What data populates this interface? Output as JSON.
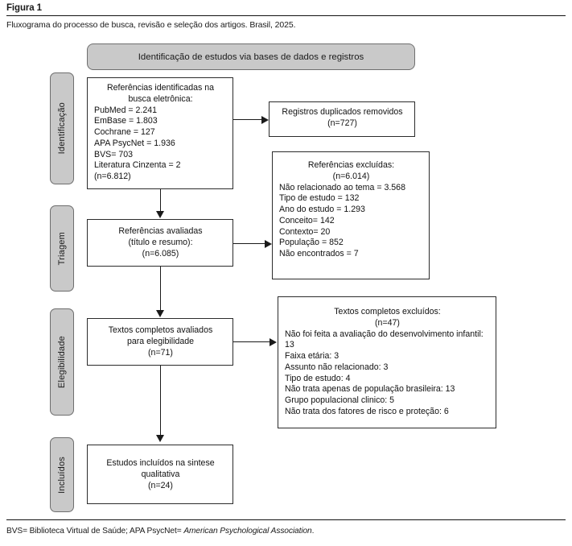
{
  "figure": {
    "label": "Figura 1",
    "caption": "Fluxograma do processo de busca, revisão e seleção dos artigos. Brasil, 2025."
  },
  "footer": {
    "plain": "BVS= Biblioteca Virtual de Saúde; APA PsycNet= ",
    "italic": "American Psychological Association",
    "end": "."
  },
  "stages": [
    {
      "label": "Identificação"
    },
    {
      "label": "Triagem"
    },
    {
      "label": "Elegibilidade"
    },
    {
      "label": "Incluídos"
    }
  ],
  "banner": {
    "label": "Identificação de estudos via bases de dados e registros"
  },
  "nodes": {
    "identified": {
      "title_line1": "Referências identificadas na",
      "title_line2": "busca eletrônica:",
      "items": [
        "PubMed = 2.241",
        "EmBase = 1.803",
        "Cochrane = 127",
        "APA PsycNet = 1.936",
        "BVS= 703",
        "Literatura Cinzenta = 2",
        "(n=6.812)"
      ]
    },
    "duplicates": {
      "line1": "Registros duplicados removidos",
      "line2": "(n=727)"
    },
    "screened": {
      "line1": "Referências avaliadas",
      "line2": "(título e resumo):",
      "line3": "(n=6.085)"
    },
    "excluded_refs": {
      "title": "Referências excluídas:",
      "count": "(n=6.014)",
      "items": [
        "Não relacionado ao tema = 3.568",
        "Tipo de estudo = 132",
        "Ano do estudo = 1.293",
        "Conceito= 142",
        "Contexto= 20",
        "População = 852",
        "Não encontrados = 7"
      ]
    },
    "fulltext": {
      "line1": "Textos completos avaliados",
      "line2": "para elegibilidade",
      "line3": "(n=71)"
    },
    "excluded_fulltext": {
      "title": "Textos completos excluídos:",
      "count": "(n=47)",
      "items": [
        "Não foi feita a avaliação do desenvolvimento infantil: 13",
        "Faixa etária: 3",
        "Assunto não relacionado: 3",
        "Tipo de estudo: 4",
        "Não trata apenas de população brasileira: 13",
        "Grupo populacional clinico: 5",
        "Não trata dos fatores de risco e proteção: 6"
      ]
    },
    "included": {
      "line1": "Estudos incluídos na sintese",
      "line2": "qualitativa",
      "line3": "(n=24)"
    }
  },
  "colors": {
    "stage_fill": "#c9c9c9",
    "stage_border": "#6e6e6e",
    "node_border": "#2b2b2b",
    "line": "#1a1a1a",
    "page_bg": "#ffffff"
  }
}
